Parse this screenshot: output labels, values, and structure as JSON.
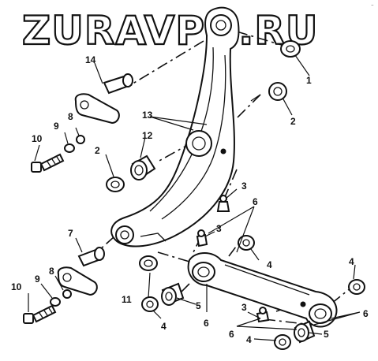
{
  "watermark": "ZURAVPO.RU",
  "callouts": {
    "c1": "1",
    "c2a": "2",
    "c2b": "2",
    "c3a": "3",
    "c3b": "3",
    "c3c": "3",
    "c4a": "4",
    "c4b": "4",
    "c4c": "4",
    "c4d": "4",
    "c5a": "5",
    "c5b": "5",
    "c6a": "6",
    "c6b": "6",
    "c6c": "6",
    "c6d": "6",
    "c7": "7",
    "c8a": "8",
    "c8b": "8",
    "c9a": "9",
    "c9b": "9",
    "c10a": "10",
    "c10b": "10",
    "c11": "11",
    "c12": "12",
    "c13": "13",
    "c14": "14"
  },
  "colors": {
    "ink": "#111111",
    "paper": "#ffffff"
  }
}
